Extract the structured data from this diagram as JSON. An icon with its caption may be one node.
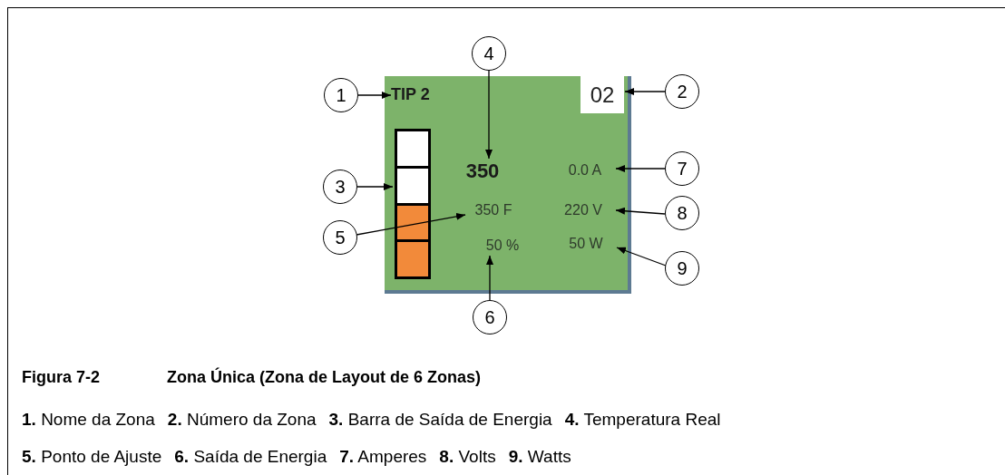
{
  "diagram": {
    "caption": "Zona Única (Zona de Layout de 6 Zonas)",
    "nodes": [
      {
        "text": [],
        "shape": "box"
      },
      {
        "text": [
          "TIP 2"
        ],
        "in": 0
      },
      {
        "text": [
          "02"
        ],
        "in": 0
      },
      {
        "text": [],
        "shape": "bar",
        "in": 0
      },
      {
        "text": [
          "350"
        ],
        "in": 0
      },
      {
        "text": [
          "0.0 A"
        ],
        "in": 0
      },
      {
        "text": [
          "350 F"
        ],
        "in": 0
      },
      {
        "text": [
          "220 V"
        ],
        "in": 0
      },
      {
        "text": [
          "50 %"
        ],
        "in": 0
      },
      {
        "text": [
          "50 W"
        ],
        "in": 0
      },
      {
        "text": [
          "1"
        ]
      },
      {
        "text": [
          "2"
        ]
      },
      {
        "text": [
          "3"
        ]
      },
      {
        "text": [
          "4"
        ]
      },
      {
        "text": [
          "5"
        ]
      },
      {
        "text": [
          "6"
        ]
      },
      {
        "text": [
          "7"
        ]
      },
      {
        "text": [
          "8"
        ]
      },
      {
        "text": [
          "9"
        ]
      }
    ],
    "edges": [
      {
        "from": 10,
        "to": 1,
        "arrow": "to"
      },
      {
        "from": 11,
        "to": 2,
        "arrow": "to"
      },
      {
        "from": 12,
        "to": 3,
        "arrow": "to"
      },
      {
        "from": 13,
        "to": 4,
        "arrow": "to"
      },
      {
        "from": 16,
        "to": 5,
        "arrow": "to"
      },
      {
        "from": 14,
        "to": 6,
        "arrow": "to"
      },
      {
        "from": 17,
        "to": 7,
        "arrow": "to"
      },
      {
        "from": 15,
        "to": 8,
        "arrow": "to"
      },
      {
        "from": 18,
        "to": 9,
        "arrow": "to"
      }
    ],
    "labels": [
      "Figura 7-2",
      "**1.** Nome da Zona",
      "**2.** Número da Zona",
      "**3.** Barra de Saída de Energia",
      "**4.** Temperatura Real",
      "**5.** Ponto de Ajuste",
      "**6.** Saída de Energia",
      "**7.** Amperes",
      "**8.** Volts",
      "**9.** Watts"
    ]
  }
}
